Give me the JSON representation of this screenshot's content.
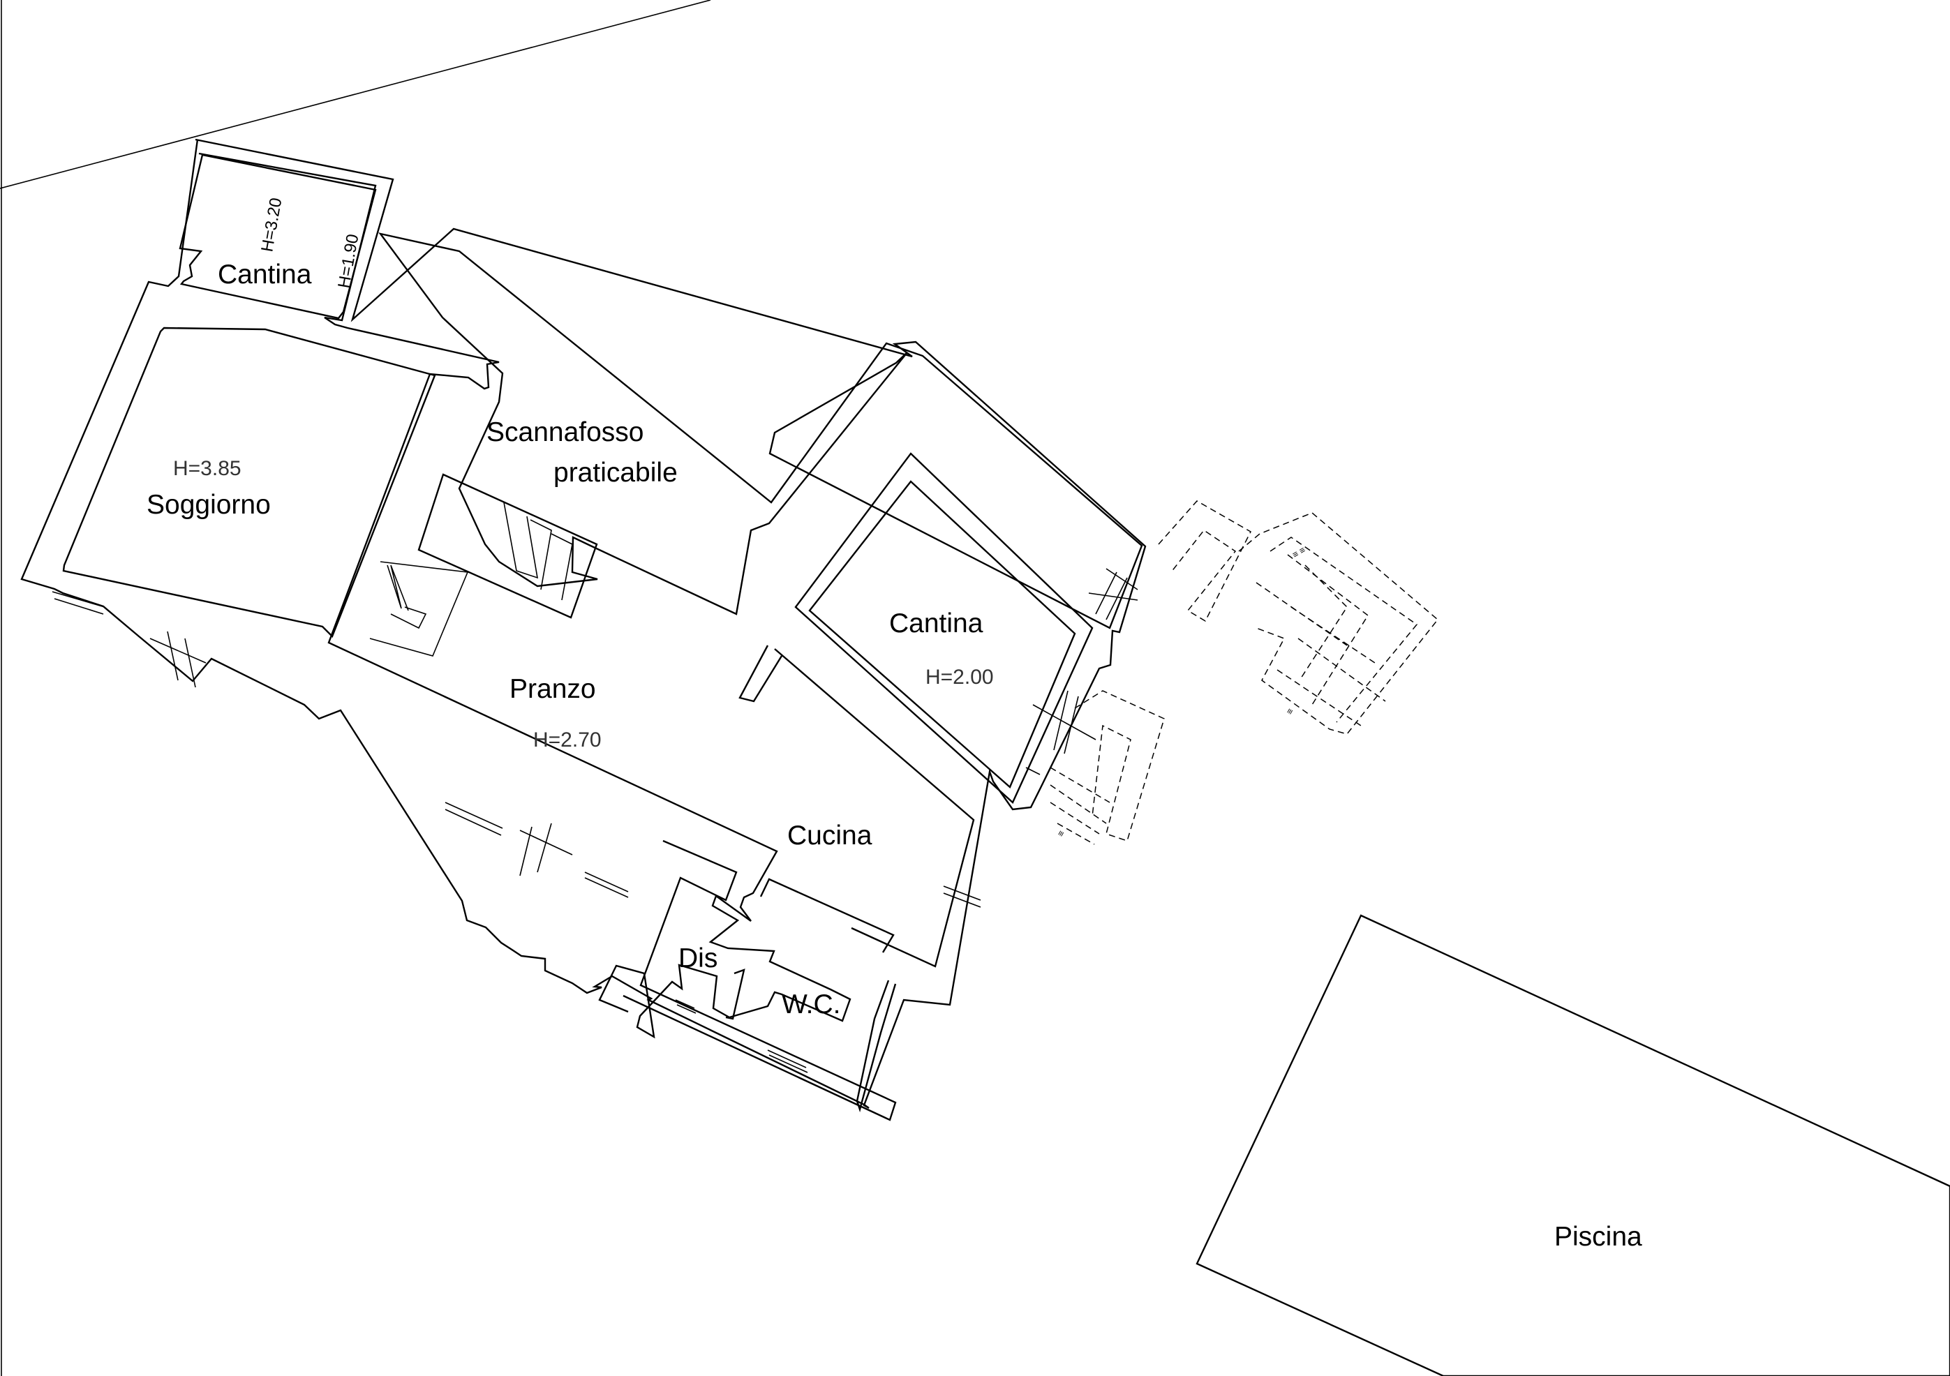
{
  "rooms": {
    "cantina_north": "Cantina",
    "soggiorno": "Soggiorno",
    "scannafosso_1": "Scannafosso",
    "scannafosso_2": "praticabile",
    "cantina_east": "Cantina",
    "pranzo": "Pranzo",
    "cucina": "Cucina",
    "dis": "Dis",
    "wc": "W.C.",
    "piscina": "Piscina"
  },
  "heights": {
    "cantina_north_a": "H=3.20",
    "cantina_north_b": "H=1.90",
    "soggiorno": "H=3.85",
    "cantina_east": "H=2.00",
    "pranzo": "H=2.70"
  },
  "stair_marks": {
    "east_steps": "≡",
    "east_steps_2": "≡",
    "landing": "≡ ≡"
  }
}
